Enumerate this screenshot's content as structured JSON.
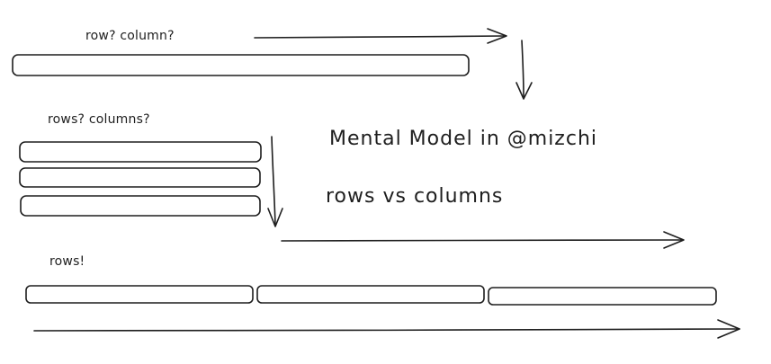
{
  "diagram": {
    "labels": {
      "row_column": "row? column?",
      "rows_columns": "rows? columns?",
      "rows_bang": "rows!",
      "title": "Mental Model in @mizchi",
      "subtitle": "rows vs columns"
    }
  }
}
